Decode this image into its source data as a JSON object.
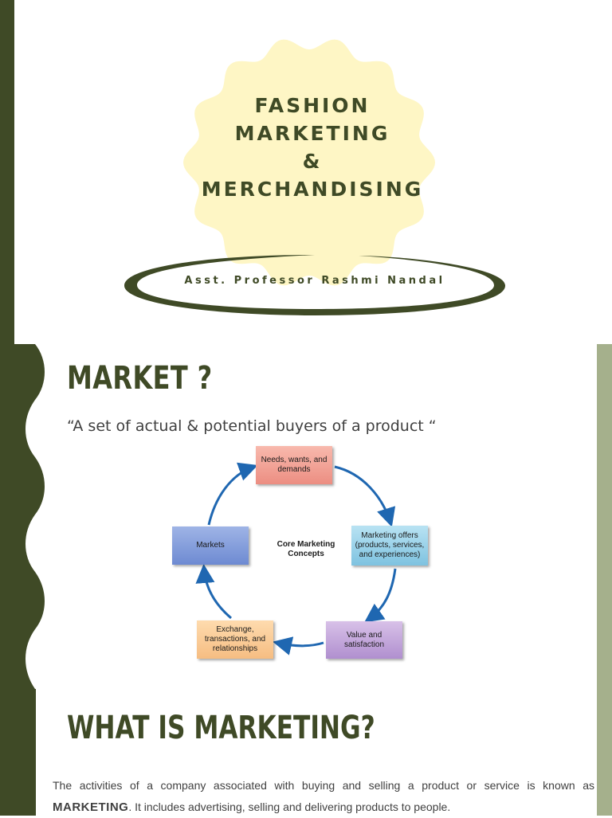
{
  "slide1": {
    "title_lines": [
      "FASHION",
      "MARKETING",
      "&",
      "MERCHANDISING"
    ],
    "author": "Asst. Professor Rashmi Nandal"
  },
  "slide2": {
    "heading": "MARKET ?",
    "quote": "“A set of actual & potential buyers of a product “",
    "diagram": {
      "center": "Core Marketing Concepts",
      "nodes": [
        "Needs, wants, and demands",
        "Marketing offers (products, services, and experiences)",
        "Value and satisfaction",
        "Exchange, transactions, and relationships",
        "Markets"
      ]
    }
  },
  "slide3": {
    "heading": "WHAT IS MARKETING?",
    "body_lead": "The activities of a company associated with buying and selling a product or service is known as",
    "body_bold": "MARKETING",
    "body_tail": ". It includes advertising, selling and delivering products to people."
  },
  "colors": {
    "olive_dark": "#3f4a26",
    "olive_light": "#a5b08c",
    "burst_yellow": "#fef6c5"
  }
}
